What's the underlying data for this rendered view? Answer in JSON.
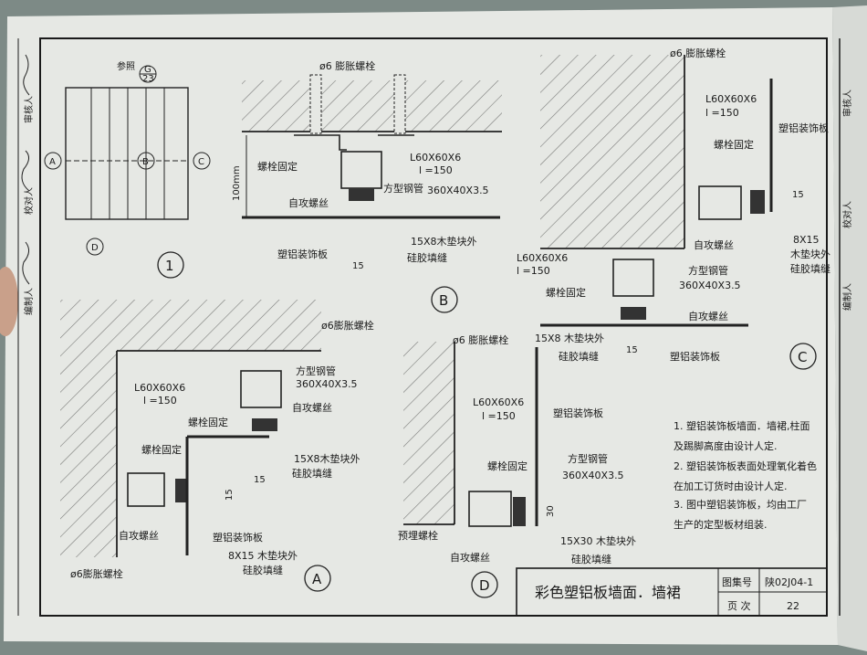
{
  "colors": {
    "paper": "#e9ebe7",
    "ink": "#1a1a1a",
    "shadow": "#7d8a86",
    "skin": "#c9a08a"
  },
  "side_strip": {
    "approver": "审核人",
    "checker": "校对人",
    "designer": "编制人"
  },
  "detail1": {
    "ref_label": "参照",
    "ref_top": "G",
    "ref_bottom": "23",
    "markers": [
      "A",
      "B",
      "C",
      "D"
    ],
    "circle": "1"
  },
  "detailB": {
    "bolt": "ø6 膨胀螺栓",
    "height": "100mm",
    "fixing": "螺栓固定",
    "angle": "L60X60X6",
    "angle_len": "l =150",
    "screw": "自攻螺丝",
    "tube": "方型钢管",
    "tube_size": "360X40X3.5",
    "pad": "15X8木垫块外",
    "sealant": "硅胶填缝",
    "panel": "塑铝装饰板",
    "dim": "15",
    "circle": "B"
  },
  "detailC": {
    "bolt": "ø6 膨胀螺栓",
    "angle1": "L60X60X6",
    "angle1_len": "l =150",
    "panel_top": "塑铝装饰板",
    "fixing1": "螺栓固定",
    "dim": "15",
    "pad_size": "8X15",
    "pad": "木垫块外",
    "sealant": "硅胶填缝",
    "screw1": "自攻螺丝",
    "angle2": "L60X60X6",
    "angle2_len": "l =150",
    "tube": "方型钢管",
    "tube_size": "360X40X3.5",
    "fixing2": "螺栓固定",
    "screw2": "自攻螺丝",
    "pad2": "15X8 木垫块外",
    "sealant2": "硅胶填缝",
    "panel_bottom": "塑铝装饰板",
    "dim2": "15",
    "circle": "C"
  },
  "detailA": {
    "bolt_top": "ø6膨胀螺栓",
    "tube": "方型钢管",
    "tube_size": "360X40X3.5",
    "angle": "L60X60X6",
    "angle_len": "l =150",
    "screw1": "自攻螺丝",
    "fixing1": "螺栓固定",
    "fixing2": "螺栓固定",
    "pad": "15X8木垫块外",
    "sealant": "硅胶填缝",
    "dim": "15",
    "dim2": "15",
    "screw2": "自攻螺丝",
    "panel": "塑铝装饰板",
    "pad2": "8X15 木垫块外",
    "sealant2": "硅胶填缝",
    "bolt_bottom": "ø6膨胀螺栓",
    "circle": "A"
  },
  "detailD": {
    "bolt": "ø6 膨胀螺栓",
    "angle": "L60X60X6",
    "angle_len": "l =150",
    "panel": "塑铝装饰板",
    "fixing": "螺栓固定",
    "tube": "方型钢管",
    "tube_size": "360X40X3.5",
    "dim": "30",
    "embedded": "预埋螺栓",
    "pad": "15X30 木垫块外",
    "screw": "自攻螺丝",
    "sealant": "硅胶填缝",
    "circle": "D"
  },
  "notes": [
    "1. 塑铝装饰板墙面．墙裙,柱面",
    "   及踢脚高度由设计人定.",
    "2. 塑铝装饰板表面处理氧化着色",
    "   在加工订货时由设计人定.",
    "3. 图中塑铝装饰板，均由工厂",
    "   生产的定型板材组装."
  ],
  "title_block": {
    "title": "彩色塑铝板墙面．墙裙",
    "atlas_label": "图集号",
    "atlas_no": "陕02J04-1",
    "page_label": "页 次",
    "page_no": "22"
  },
  "right_page": {
    "approver": "审核人",
    "checker": "校对人",
    "designer": "编制人"
  }
}
